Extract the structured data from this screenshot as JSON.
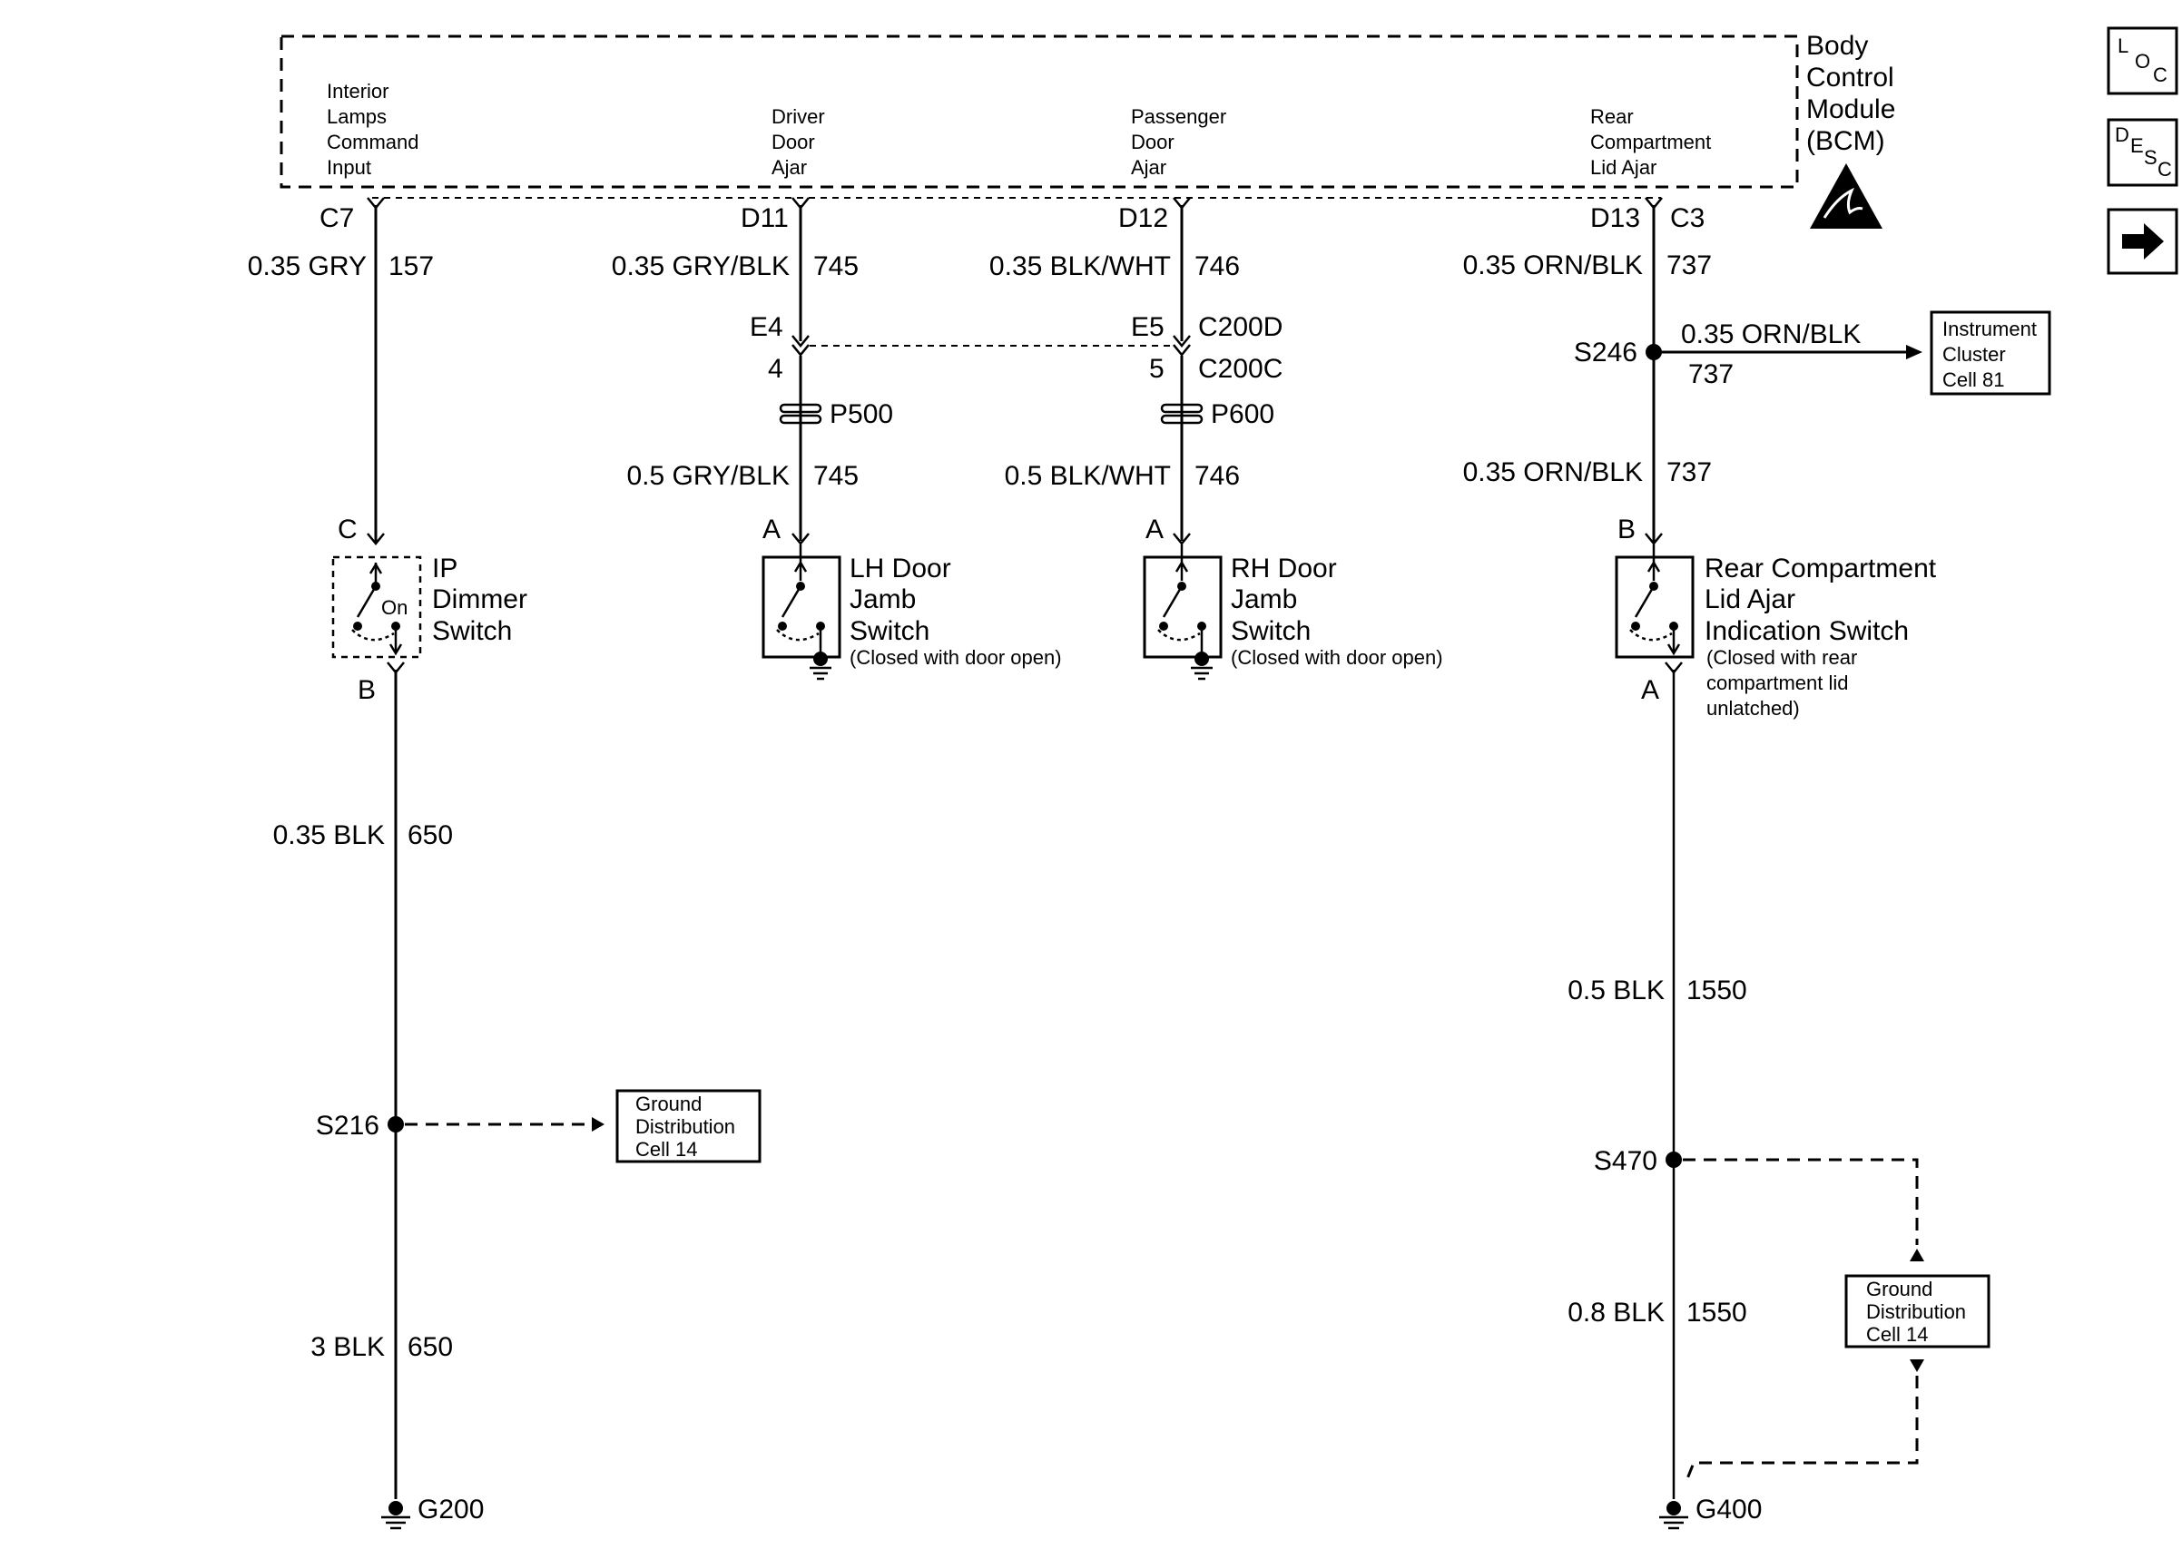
{
  "bcm": {
    "name_lines": [
      "Body",
      "Control",
      "Module",
      "(BCM)"
    ],
    "inputs": [
      {
        "lines": [
          "Interior",
          "Lamps",
          "Command",
          "Input"
        ]
      },
      {
        "lines": [
          "Driver",
          "Door",
          "Ajar"
        ]
      },
      {
        "lines": [
          "Passenger",
          "Door",
          "Ajar"
        ]
      },
      {
        "lines": [
          "Rear",
          "Compartment",
          "Lid Ajar"
        ]
      }
    ]
  },
  "side_icons": [
    {
      "name": "loc-icon",
      "letters": [
        "L",
        "O",
        "C"
      ]
    },
    {
      "name": "desc-icon",
      "letters": [
        "D",
        "E",
        "S",
        "C"
      ]
    },
    {
      "name": "next-arrow-icon",
      "letters": []
    }
  ],
  "terminals": {
    "c7": "C7",
    "d11": "D11",
    "d12": "D12",
    "d13": "D13",
    "c3": "C3",
    "e4": "E4",
    "e5": "E5",
    "pin4": "4",
    "pin5": "5",
    "c200d": "C200D",
    "c200c": "C200C",
    "p500": "P500",
    "p600": "P600",
    "ip_c": "C",
    "ip_b": "B",
    "lh_a": "A",
    "rh_a": "A",
    "rc_b": "B",
    "rc_a": "A"
  },
  "wires": {
    "w157": {
      "gauge": "0.35 GRY",
      "circuit": "157"
    },
    "w745a": {
      "gauge": "0.35 GRY/BLK",
      "circuit": "745"
    },
    "w745b": {
      "gauge": "0.5 GRY/BLK",
      "circuit": "745"
    },
    "w746a": {
      "gauge": "0.35 BLK/WHT",
      "circuit": "746"
    },
    "w746b": {
      "gauge": "0.5 BLK/WHT",
      "circuit": "746"
    },
    "w737a": {
      "gauge": "0.35 ORN/BLK",
      "circuit": "737"
    },
    "w737b": {
      "gauge": "0.35 ORN/BLK",
      "circuit": "737"
    },
    "w737c": {
      "gauge": "0.35 ORN/BLK",
      "circuit": "737"
    },
    "w650a": {
      "gauge": "0.35 BLK",
      "circuit": "650"
    },
    "w650b": {
      "gauge": "3 BLK",
      "circuit": "650"
    },
    "w1550a": {
      "gauge": "0.5 BLK",
      "circuit": "1550"
    },
    "w1550b": {
      "gauge": "0.8 BLK",
      "circuit": "1550"
    }
  },
  "splices": {
    "s246": "S246",
    "s216": "S216",
    "s470": "S470"
  },
  "grounds": {
    "g200": "G200",
    "g400": "G400"
  },
  "components": {
    "ip_dimmer": {
      "lines": [
        "IP",
        "Dimmer",
        "Switch"
      ],
      "on_label": "On"
    },
    "lh_door": {
      "lines": [
        "LH Door",
        "Jamb",
        "Switch"
      ],
      "note": "(Closed with door open)"
    },
    "rh_door": {
      "lines": [
        "RH Door",
        "Jamb",
        "Switch"
      ],
      "note": "(Closed with door open)"
    },
    "rear_comp": {
      "lines": [
        "Rear Compartment",
        "Lid Ajar",
        "Indication Switch"
      ],
      "note_lines": [
        "(Closed with rear",
        "compartment lid",
        "unlatched)"
      ]
    }
  },
  "refs": {
    "instrument_cluster": [
      "Instrument",
      "Cluster",
      "Cell 81"
    ],
    "ground_dist_left": [
      "Ground",
      "Distribution",
      "Cell 14"
    ],
    "ground_dist_right": [
      "Ground",
      "Distribution",
      "Cell 14"
    ]
  }
}
